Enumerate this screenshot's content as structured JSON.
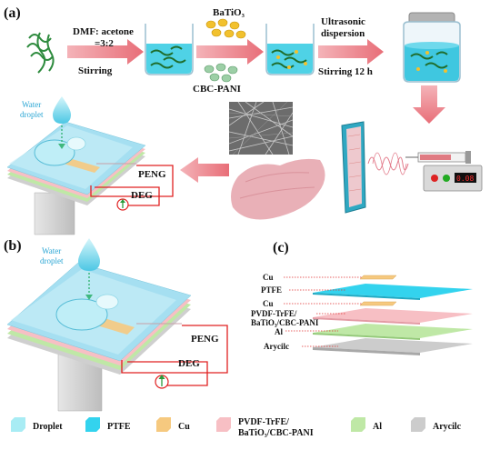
{
  "panels": {
    "a": "(a)",
    "b": "(b)",
    "c": "(c)"
  },
  "process": {
    "solvent_line1": "DMF: acetone",
    "solvent_line2": "=3:2",
    "stirring": "Stirring",
    "batio3": "BaTiO₃",
    "cbc_pani": "CBC-PANI",
    "ultrasonic_line1": "Ultrasonic",
    "ultrasonic_line2": "dispersion",
    "stirring_12h": "Stirring 12 h",
    "pump_display": "0.08"
  },
  "device_a": {
    "water_line1": "Water",
    "water_line2": "droplet",
    "peng": "PENG",
    "deg": "DEG"
  },
  "device_b": {
    "water_line1": "Water",
    "water_line2": "droplet",
    "peng": "PENG",
    "deg": "DEG"
  },
  "layers_c": {
    "cu_top": "Cu",
    "ptfe": "PTFE",
    "cu_mid": "Cu",
    "pvdf_line1": "PVDF-TrFE/",
    "pvdf_line2": "BaTiO₃/CBC-PANI",
    "al": "Al",
    "arycilc": "Arycilc"
  },
  "legend": {
    "items": [
      {
        "label": "Droplet",
        "color": "#a8ecf4"
      },
      {
        "label": "PTFE",
        "color": "#33d3ee"
      },
      {
        "label": "Cu",
        "color": "#f6c97f"
      },
      {
        "label": "PVDF-TrFE/",
        "label2": "BaTiO₃/CBC-PANI",
        "color": "#f7bfc4"
      },
      {
        "label": "Al",
        "color": "#bfe8a6"
      },
      {
        "label": "Arycilc",
        "color": "#cccccc"
      }
    ]
  }
}
